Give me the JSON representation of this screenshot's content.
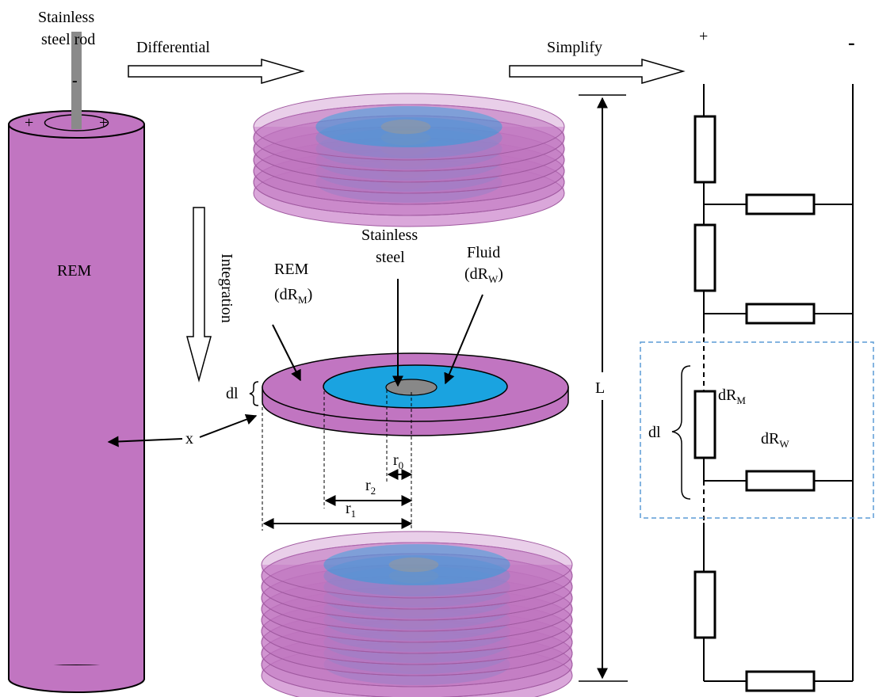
{
  "labels": {
    "rod_line1": "Stainless",
    "rod_line2": "steel rod",
    "rod_minus": "-",
    "rod_plus_left": "+",
    "rod_plus_right": "+",
    "rem": "REM",
    "x": "x",
    "differential": "Differential",
    "simplify": "Simplify",
    "integration": "Integration",
    "ss_line1": "Stainless",
    "ss_line2": "steel",
    "fluid_line1": "Fluid",
    "fluid_line2_pre": "(dR",
    "fluid_line2_sub": "W",
    "fluid_line2_post": ")",
    "rem_disk_line1": "REM",
    "rem_disk_line2_pre": "(dR",
    "rem_disk_line2_sub": "M",
    "rem_disk_line2_post": ")",
    "dl_disk": "dl",
    "r0": "r",
    "r0_sub": "0",
    "r1": "r",
    "r1_sub": "1",
    "r2": "r",
    "r2_sub": "2",
    "L": "L",
    "circuit_plus": "+",
    "circuit_minus": "-",
    "dl_circuit": "dl",
    "dRM": "dR",
    "dRM_sub": "M",
    "dRW": "dR",
    "dRW_sub": "W"
  },
  "colors": {
    "rem": "#c175c1",
    "rem_light": "#e3b8e3",
    "fluid": "#1aa3e0",
    "steel": "#888888",
    "dash_box": "#5b9bd5"
  }
}
